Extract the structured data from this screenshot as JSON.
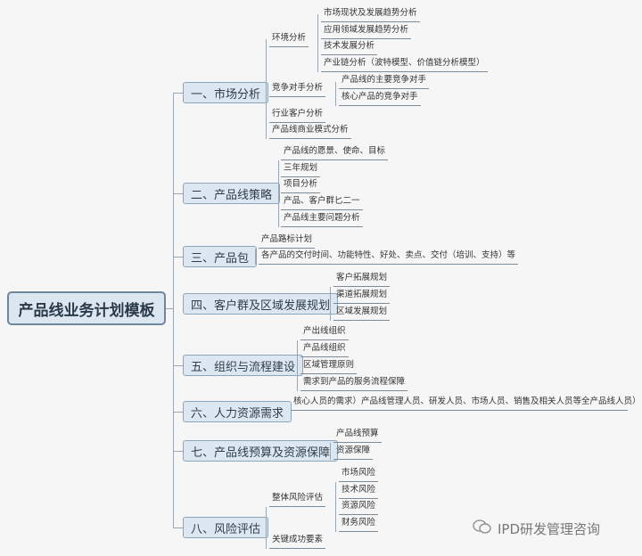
{
  "root": "产品线业务计划模板",
  "branches": [
    {
      "label": "一、市场分析",
      "children": [
        {
          "label": "环境分析",
          "children": [
            "市场现状及发展趋势分析",
            "应用领域发展趋势分析",
            "技术发展分析",
            "产业链分析（波特模型、价值链分析模型）"
          ]
        },
        {
          "label": "竞争对手分析",
          "children": [
            "产品线的主要竞争对手",
            "核心产品的竞争对手"
          ]
        },
        {
          "label": "行业客户分析"
        },
        {
          "label": "产品线商业模式分析"
        }
      ]
    },
    {
      "label": "二、产品线策略",
      "children": [
        "产品线的愿景、使命、目标",
        "三年规划",
        "项目分析",
        "产品、客户群匕二一",
        "产品线主要问题分析"
      ]
    },
    {
      "label": "三、产品包",
      "children": [
        "产品路标计划",
        "各产品的交付时间、功能特性、好处、卖点、交付（培训、支持）等"
      ]
    },
    {
      "label": "四、客户群及区域发展规划",
      "children": [
        "客户拓展规划",
        "渠道拓展规划",
        "区域发展规划"
      ]
    },
    {
      "label": "五、组织与流程建设",
      "children": [
        "产出线组织",
        "产品线组织",
        "区域管理原则",
        "需求到产品的服务流程保障"
      ]
    },
    {
      "label": "六、人力资源需求",
      "children": [
        "核心人员的需求）产品线管理人员、研发人员、市场人员、销售及相关人员等全产品线人员）"
      ]
    },
    {
      "label": "七、产品线预算及资源保障",
      "children": [
        "产品线预算",
        "资源保障"
      ]
    },
    {
      "label": "八、风险评估",
      "children": [
        {
          "label": "整体风险评估",
          "children": [
            "市场风险",
            "技术风险",
            "资源风险",
            "财务风险"
          ]
        },
        {
          "label": "关键成功要素"
        }
      ]
    }
  ],
  "watermark": "IPD研发管理咨询"
}
